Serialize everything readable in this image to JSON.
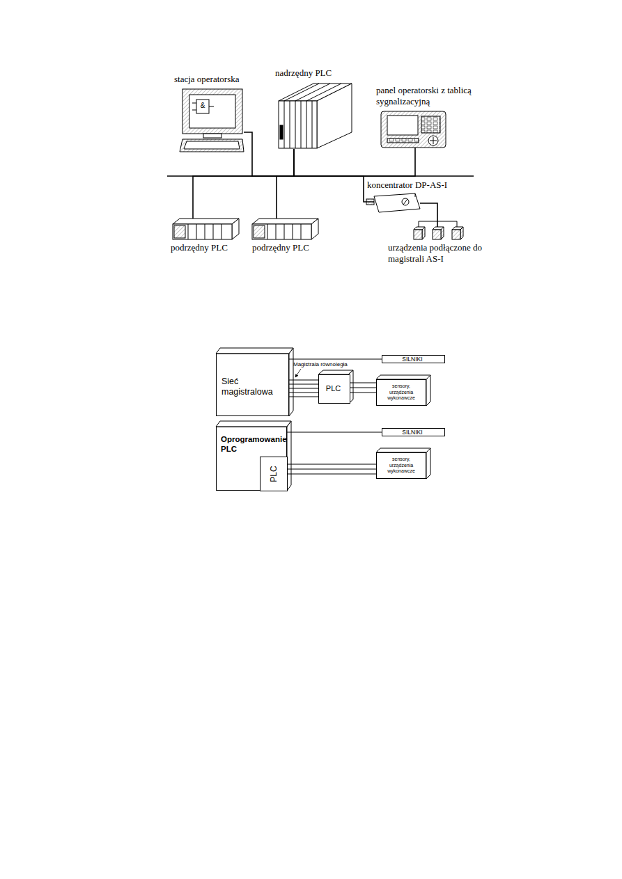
{
  "diagram": {
    "nodes": [
      {
        "text": [
          "stacja operatorska"
        ]
      },
      {
        "text": [
          "nadrzędny PLC"
        ]
      },
      {
        "text": [
          "panel operatorski z tablicą sygnalizacyjną"
        ]
      },
      {
        "text": [
          "koncentrator DP-AS-I"
        ]
      },
      {
        "text": [
          "podrzędny PLC"
        ]
      },
      {
        "text": [
          "podrzędny PLC"
        ]
      },
      {
        "text": [
          "urządzenia podłączone do magistrali AS-I"
        ]
      },
      {
        "text": [
          "Sieć magistralowa"
        ]
      },
      {
        "text": [
          "PLC"
        ]
      },
      {
        "text": [
          "SILNIKI"
        ]
      },
      {
        "text": [
          "sensory, urządzenia wykonawcze"
        ]
      },
      {
        "text": [
          "Oprogramowanie PLC"
        ]
      },
      {
        "text": [
          "PLC"
        ],
        "in": 11
      },
      {
        "text": [
          "SILNIKI"
        ]
      },
      {
        "text": [
          "sensory, urządzenia wykonawcze"
        ]
      }
    ],
    "edges": [
      {
        "from": 1,
        "to": 0,
        "arrow": "none"
      },
      {
        "from": 1,
        "to": 2,
        "arrow": "none"
      },
      {
        "from": 1,
        "to": 4,
        "arrow": "none"
      },
      {
        "from": 1,
        "to": 5,
        "arrow": "none"
      },
      {
        "from": 1,
        "to": 3,
        "arrow": "none"
      },
      {
        "from": 3,
        "to": 6,
        "arrow": "none"
      },
      {
        "from": 7,
        "to": 9,
        "arrow": "none"
      },
      {
        "from": 7,
        "to": 8,
        "arrow": "none"
      },
      {
        "from": 7,
        "to": 8,
        "arrow": "none"
      },
      {
        "from": 7,
        "to": 8,
        "arrow": "none"
      },
      {
        "from": 7,
        "to": 8,
        "arrow": "none"
      },
      {
        "from": 7,
        "to": 8,
        "arrow": "none"
      },
      {
        "from": 8,
        "to": 10,
        "arrow": "none"
      },
      {
        "from": 8,
        "to": 10,
        "arrow": "none"
      },
      {
        "from": 8,
        "to": 10,
        "arrow": "none"
      },
      {
        "from": 11,
        "to": 13,
        "arrow": "none"
      },
      {
        "from": 12,
        "to": 14,
        "arrow": "none"
      },
      {
        "from": 12,
        "to": 14,
        "arrow": "none"
      },
      {
        "from": 12,
        "to": 14,
        "arrow": "none"
      }
    ],
    "labels": [
      "&",
      "Magistrala równoległa"
    ]
  }
}
